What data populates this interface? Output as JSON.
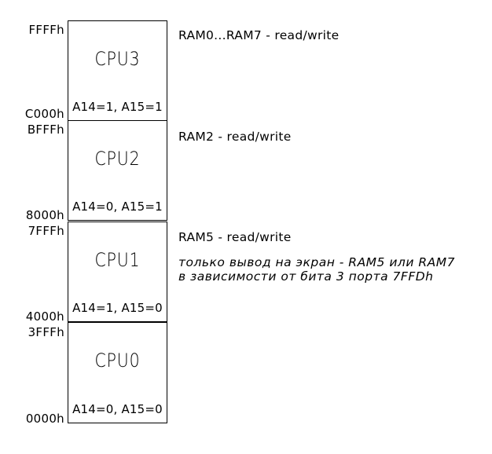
{
  "blocks": [
    {
      "name": "CPU3",
      "bits": "A14=1, A15=1"
    },
    {
      "name": "CPU2",
      "bits": "A14=0, A15=1"
    },
    {
      "name": "CPU1",
      "bits": "A14=1, A15=0"
    },
    {
      "name": "CPU0",
      "bits": "A14=0, A15=0"
    }
  ],
  "addresses": {
    "ffff": "FFFFh",
    "c000": "C000h",
    "bfff": "BFFFh",
    "8000": "8000h",
    "7fff": "7FFFh",
    "4000": "4000h",
    "3fff": "3FFFh",
    "0000": "0000h"
  },
  "notes": {
    "cpu3": "RAM0...RAM7 - read/write",
    "cpu2": "RAM2 - read/write",
    "cpu1": "RAM5 - read/write",
    "screen_line1": "только вывод на экран - RAM5 или RAM7",
    "screen_line2": "в зависимости от бита 3 порта 7FFDh"
  }
}
